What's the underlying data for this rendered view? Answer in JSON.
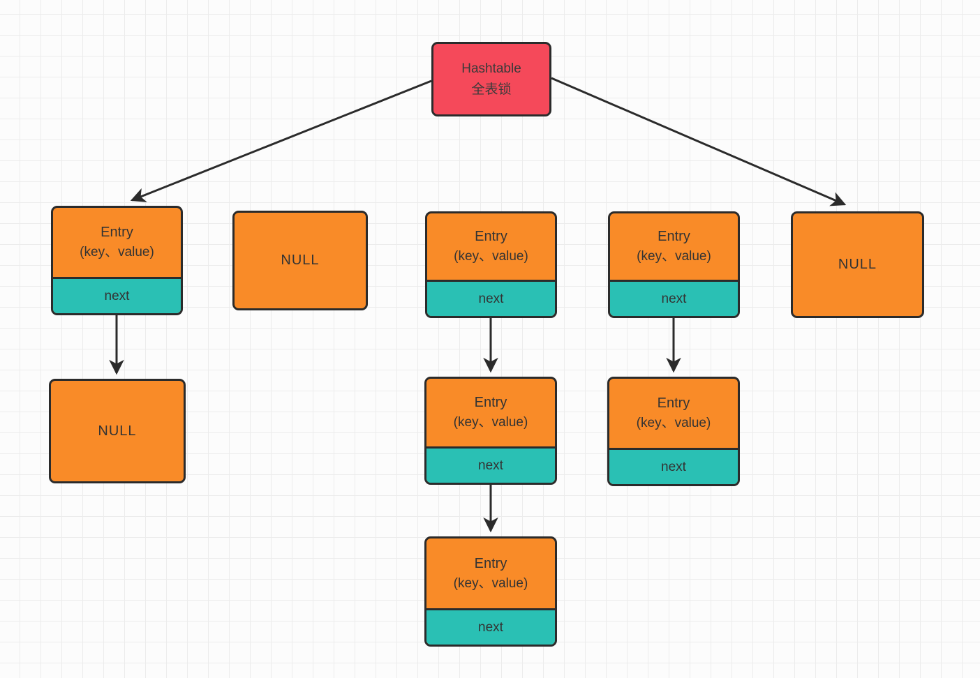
{
  "canvas": {
    "background": "#FCFCFC",
    "grid_color": "#ECECEC"
  },
  "colors": {
    "root_fill": "#F5495A",
    "entry_fill": "#F98B28",
    "next_fill": "#2AC0B4",
    "stroke": "#2B2B2B",
    "text": "#333333"
  },
  "nodes": {
    "root": {
      "line1": "Hashtable",
      "line2": "全表锁"
    },
    "bucket0": {
      "title": "Entry",
      "subtitle": "(key、value)",
      "next": "next"
    },
    "bucket0_child": {
      "label": "NULL"
    },
    "bucket1": {
      "label": "NULL"
    },
    "bucket2": {
      "title": "Entry",
      "subtitle": "(key、value)",
      "next": "next"
    },
    "bucket2_child1": {
      "title": "Entry",
      "subtitle": "(key、value)",
      "next": "next"
    },
    "bucket2_child2": {
      "title": "Entry",
      "subtitle": "(key、value)",
      "next": "next"
    },
    "bucket3": {
      "title": "Entry",
      "subtitle": "(key、value)",
      "next": "next"
    },
    "bucket3_child1": {
      "title": "Entry",
      "subtitle": "(key、value)",
      "next": "next"
    },
    "bucket4": {
      "label": "NULL"
    }
  }
}
